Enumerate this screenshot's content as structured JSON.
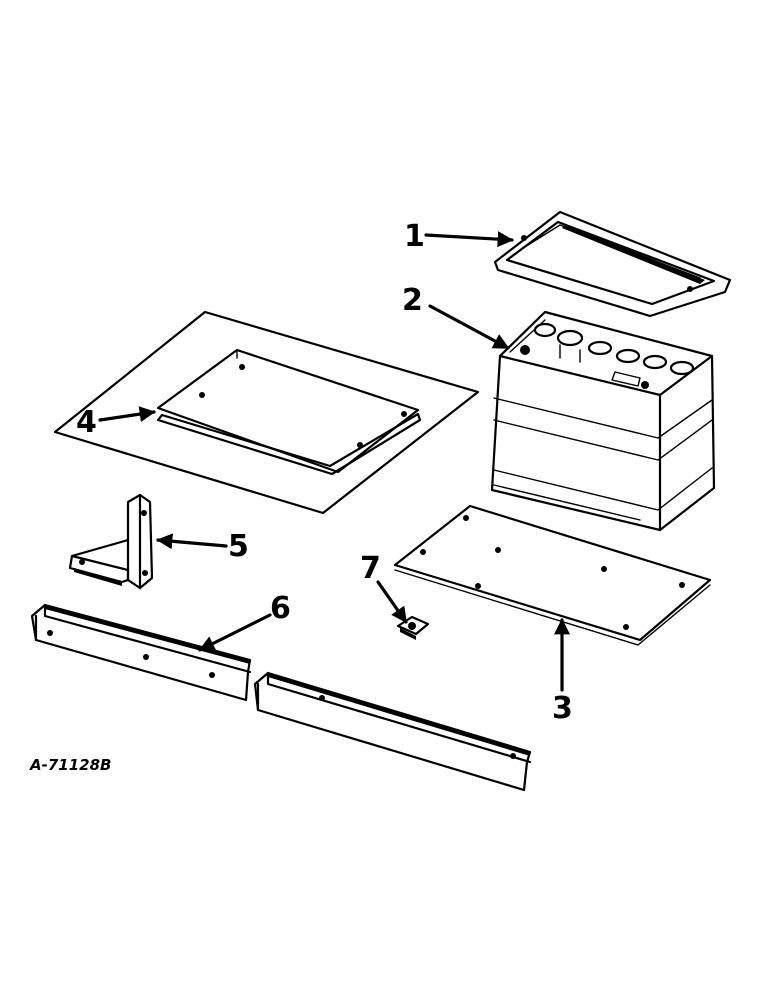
{
  "callouts": {
    "c1": "1",
    "c2": "2",
    "c3": "3",
    "c4": "4",
    "c5": "5",
    "c6": "6",
    "c7": "7"
  },
  "figure_ref": "A-71128B"
}
